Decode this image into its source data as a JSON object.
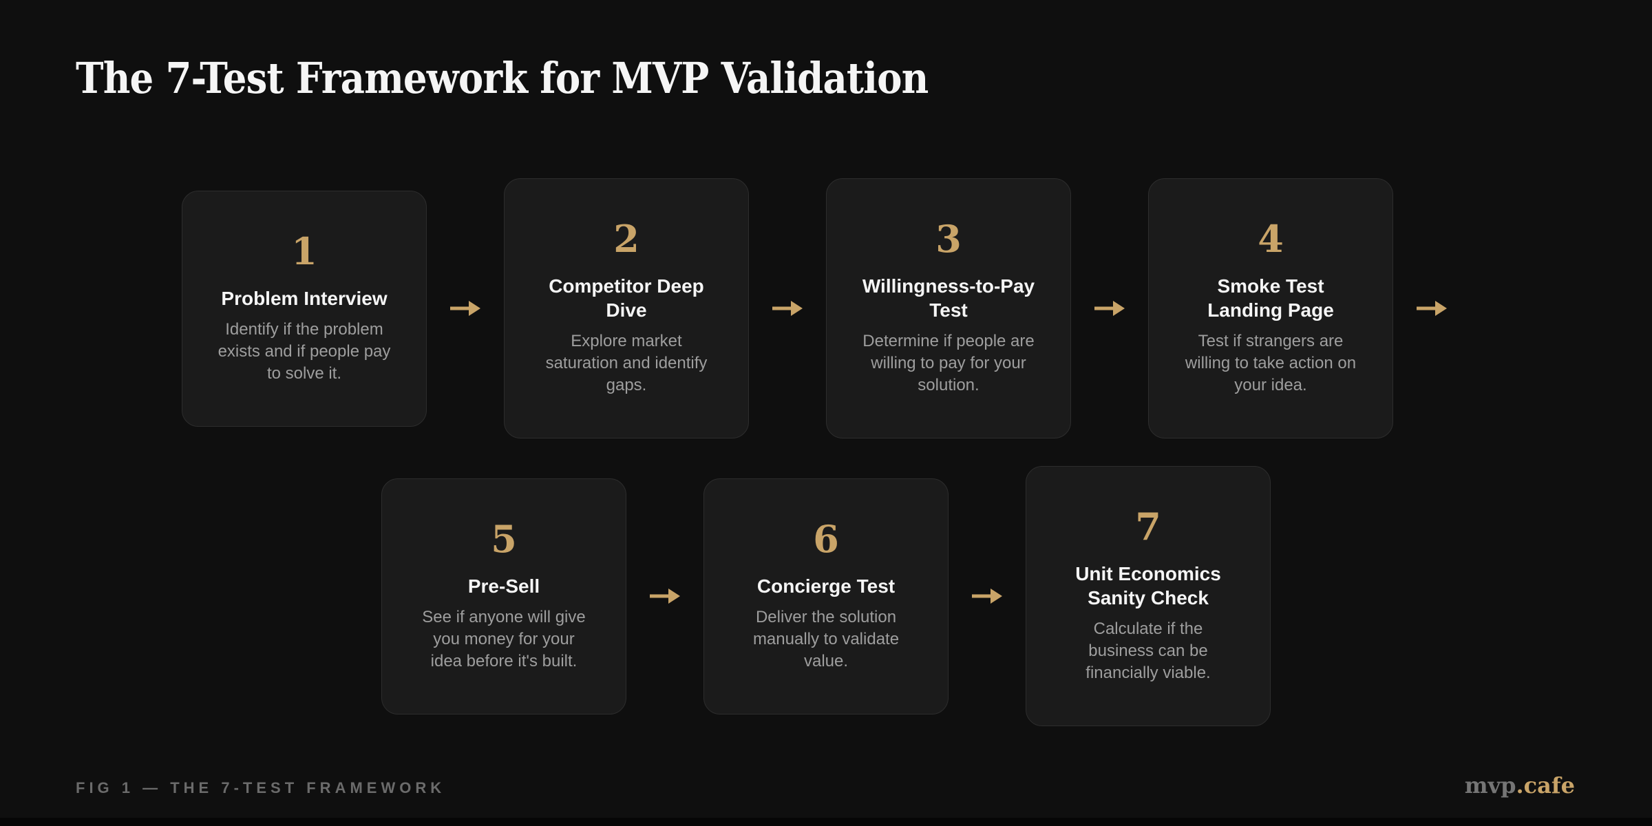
{
  "title": "The 7-Test Framework for MVP Validation",
  "steps": [
    {
      "number": "1",
      "title": "Problem Interview",
      "description": "Identify if the problem exists and if people pay to solve it."
    },
    {
      "number": "2",
      "title": "Competitor Deep Dive",
      "description": "Explore market saturation and identify gaps."
    },
    {
      "number": "3",
      "title": "Willingness-to-Pay Test",
      "description": "Determine if people are willing to pay for your solution."
    },
    {
      "number": "4",
      "title": "Smoke Test Landing Page",
      "description": "Test if strangers are willing to take action on your idea."
    },
    {
      "number": "5",
      "title": "Pre-Sell",
      "description": "See if anyone will give you money for your idea before it's built."
    },
    {
      "number": "6",
      "title": "Concierge Test",
      "description": "Deliver the solution manually to validate value."
    },
    {
      "number": "7",
      "title": "Unit Economics Sanity Check",
      "description": "Calculate if the business can be financially viable."
    }
  ],
  "footer": {
    "caption": "FIG 1 — THE 7-TEST FRAMEWORK",
    "brand_prefix": "mvp",
    "brand_suffix": ".cafe"
  },
  "icons": {
    "flow_arrow": "arrow-right-icon"
  },
  "colors": {
    "background": "#0f0f0f",
    "card_bg": "#1b1b1b",
    "card_border": "#2d2d2d",
    "accent_gold": "#c9a468",
    "title_white": "#f5f5f5",
    "desc_gray": "#9e9e9e",
    "footer_gray": "#6b6b6b",
    "brand_gray": "#757575"
  }
}
